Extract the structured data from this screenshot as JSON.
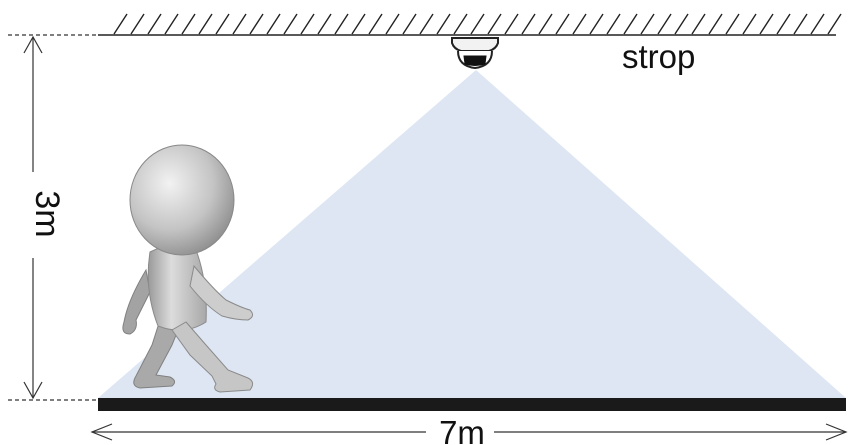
{
  "labels": {
    "ceiling": "strop",
    "height": "3m",
    "width": "7m"
  },
  "colors": {
    "detection_zone": "#dde6f2",
    "floor": "#1a1a1a",
    "lines": "#222222",
    "figure": "#bcbcbc"
  },
  "icons": {
    "sensor": "ceiling-motion-sensor-icon",
    "person": "walking-person-figure"
  }
}
